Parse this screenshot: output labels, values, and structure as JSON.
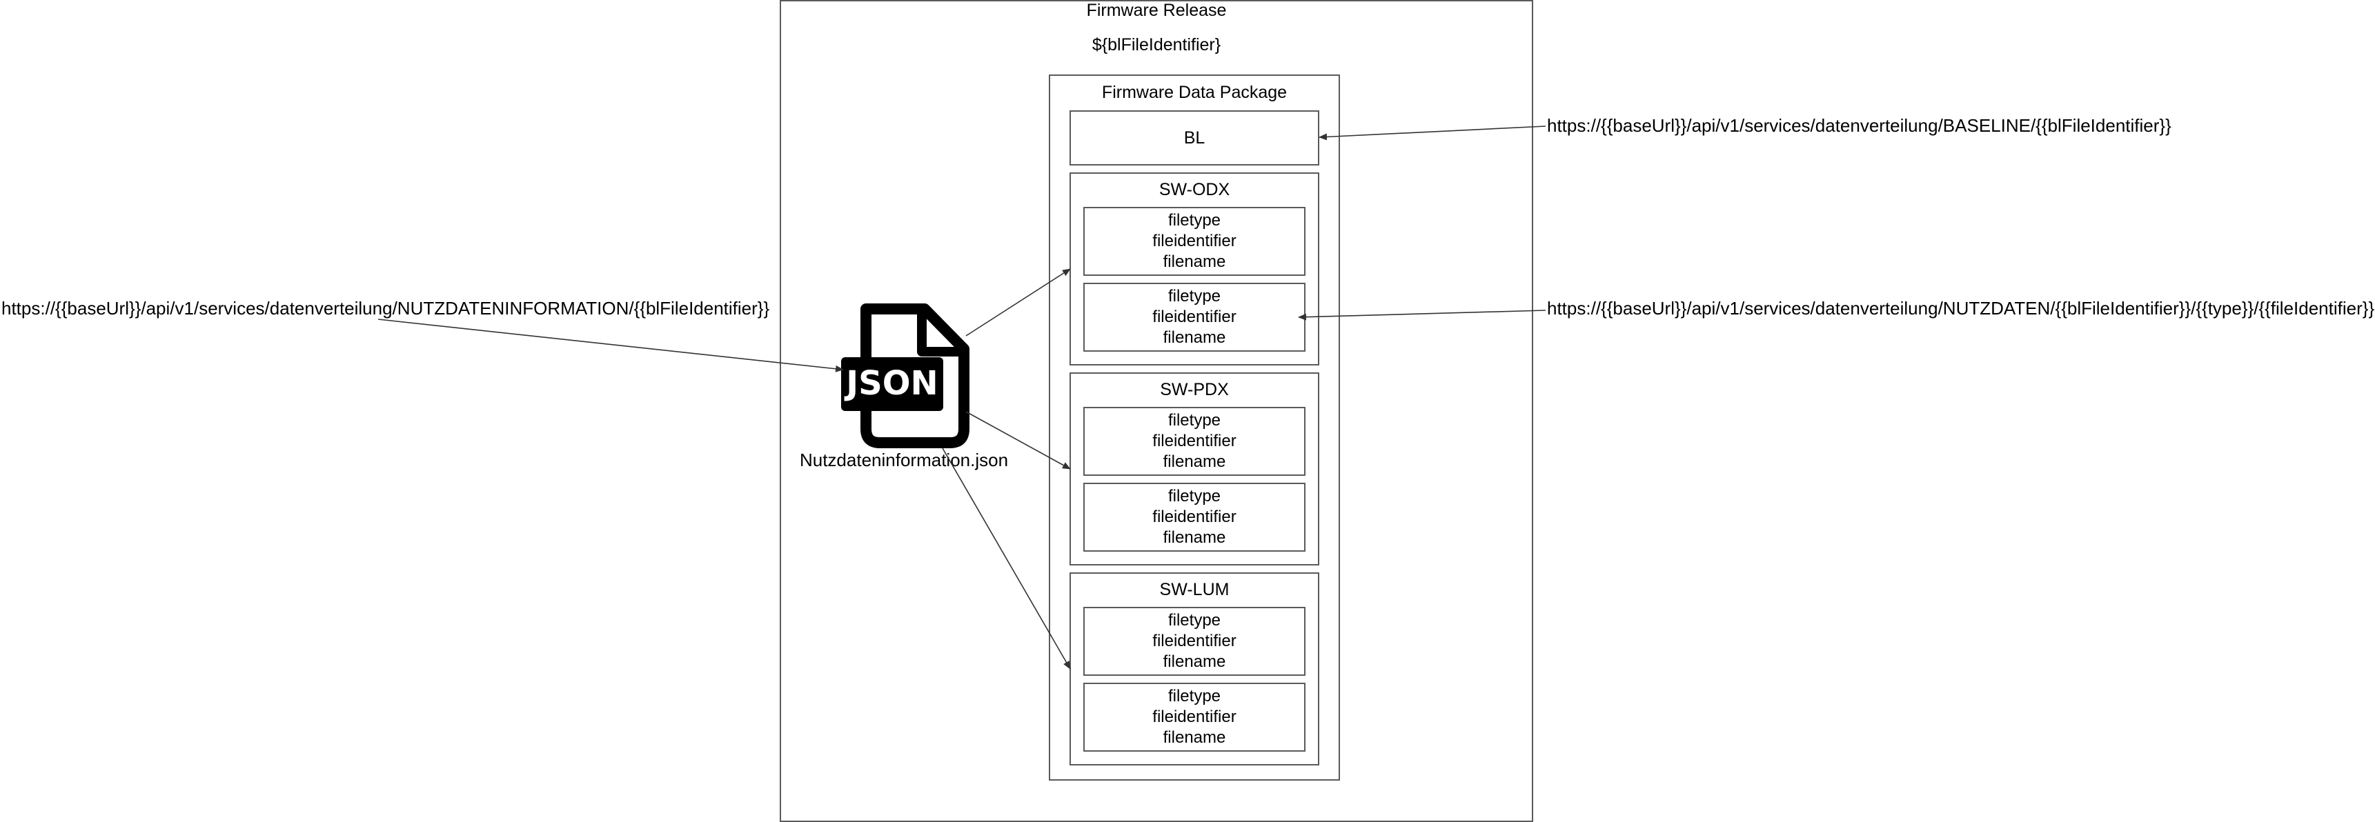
{
  "release": {
    "title": "Firmware Release",
    "identifier": "${blFileIdentifier}"
  },
  "package": {
    "title": "Firmware Data Package",
    "baseline_label": "BL",
    "groups": [
      {
        "title": "SW-ODX",
        "files": [
          {
            "line1": "filetype",
            "line2": "fileidentifier",
            "line3": "filename"
          },
          {
            "line1": "filetype",
            "line2": "fileidentifier",
            "line3": "filename"
          }
        ]
      },
      {
        "title": "SW-PDX",
        "files": [
          {
            "line1": "filetype",
            "line2": "fileidentifier",
            "line3": "filename"
          },
          {
            "line1": "filetype",
            "line2": "fileidentifier",
            "line3": "filename"
          }
        ]
      },
      {
        "title": "SW-LUM",
        "files": [
          {
            "line1": "filetype",
            "line2": "fileidentifier",
            "line3": "filename"
          },
          {
            "line1": "filetype",
            "line2": "fileidentifier",
            "line3": "filename"
          }
        ]
      }
    ]
  },
  "json_file": {
    "icon_text": "JSON",
    "filename": "Nutzdateninformation.json",
    "icon": "json-file-icon"
  },
  "urls": {
    "nutzdateninformation": "https://{{baseUrl}}/api/v1/services/datenverteilung/NUTZDATENINFORMATION/{{blFileIdentifier}}",
    "baseline": "https://{{baseUrl}}/api/v1/services/datenverteilung/BASELINE/{{blFileIdentifier}}",
    "nutzdaten": "https://{{baseUrl}}/api/v1/services/datenverteilung/NUTZDATEN/{{blFileIdentifier}}/{{type}}/{{fileIdentifier}}"
  },
  "colors": {
    "border": "#5a5a5a",
    "line": "#333333",
    "icon": "#000000"
  }
}
